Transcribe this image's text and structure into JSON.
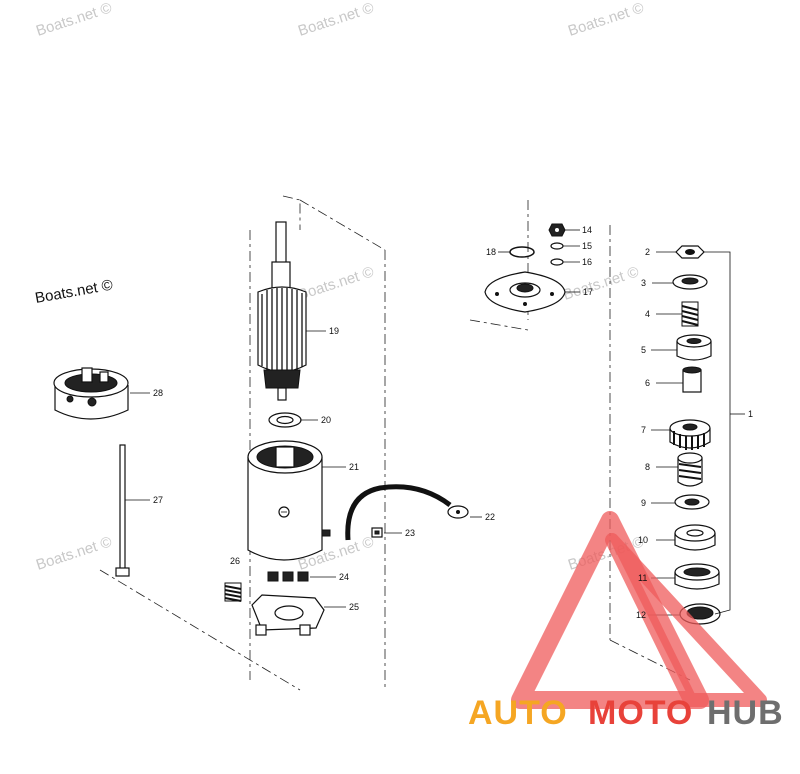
{
  "watermarks": {
    "site": "Boats.net ©",
    "brand_auto": "AUTO",
    "brand_moto": "MOTO",
    "brand_hub": "HUB"
  },
  "callouts": [
    "1",
    "2",
    "3",
    "4",
    "5",
    "6",
    "7",
    "8",
    "9",
    "10",
    "11",
    "12",
    "14",
    "15",
    "16",
    "17",
    "18",
    "19",
    "20",
    "21",
    "22",
    "23",
    "24",
    "25",
    "26",
    "27",
    "28"
  ],
  "colors": {
    "watermark_gray": "#c8c8c8",
    "brand_red": "#e8423a",
    "brand_orange": "#f5a623",
    "brand_gray": "#6e6e6e",
    "triangle_red": "#ef5b5b"
  }
}
